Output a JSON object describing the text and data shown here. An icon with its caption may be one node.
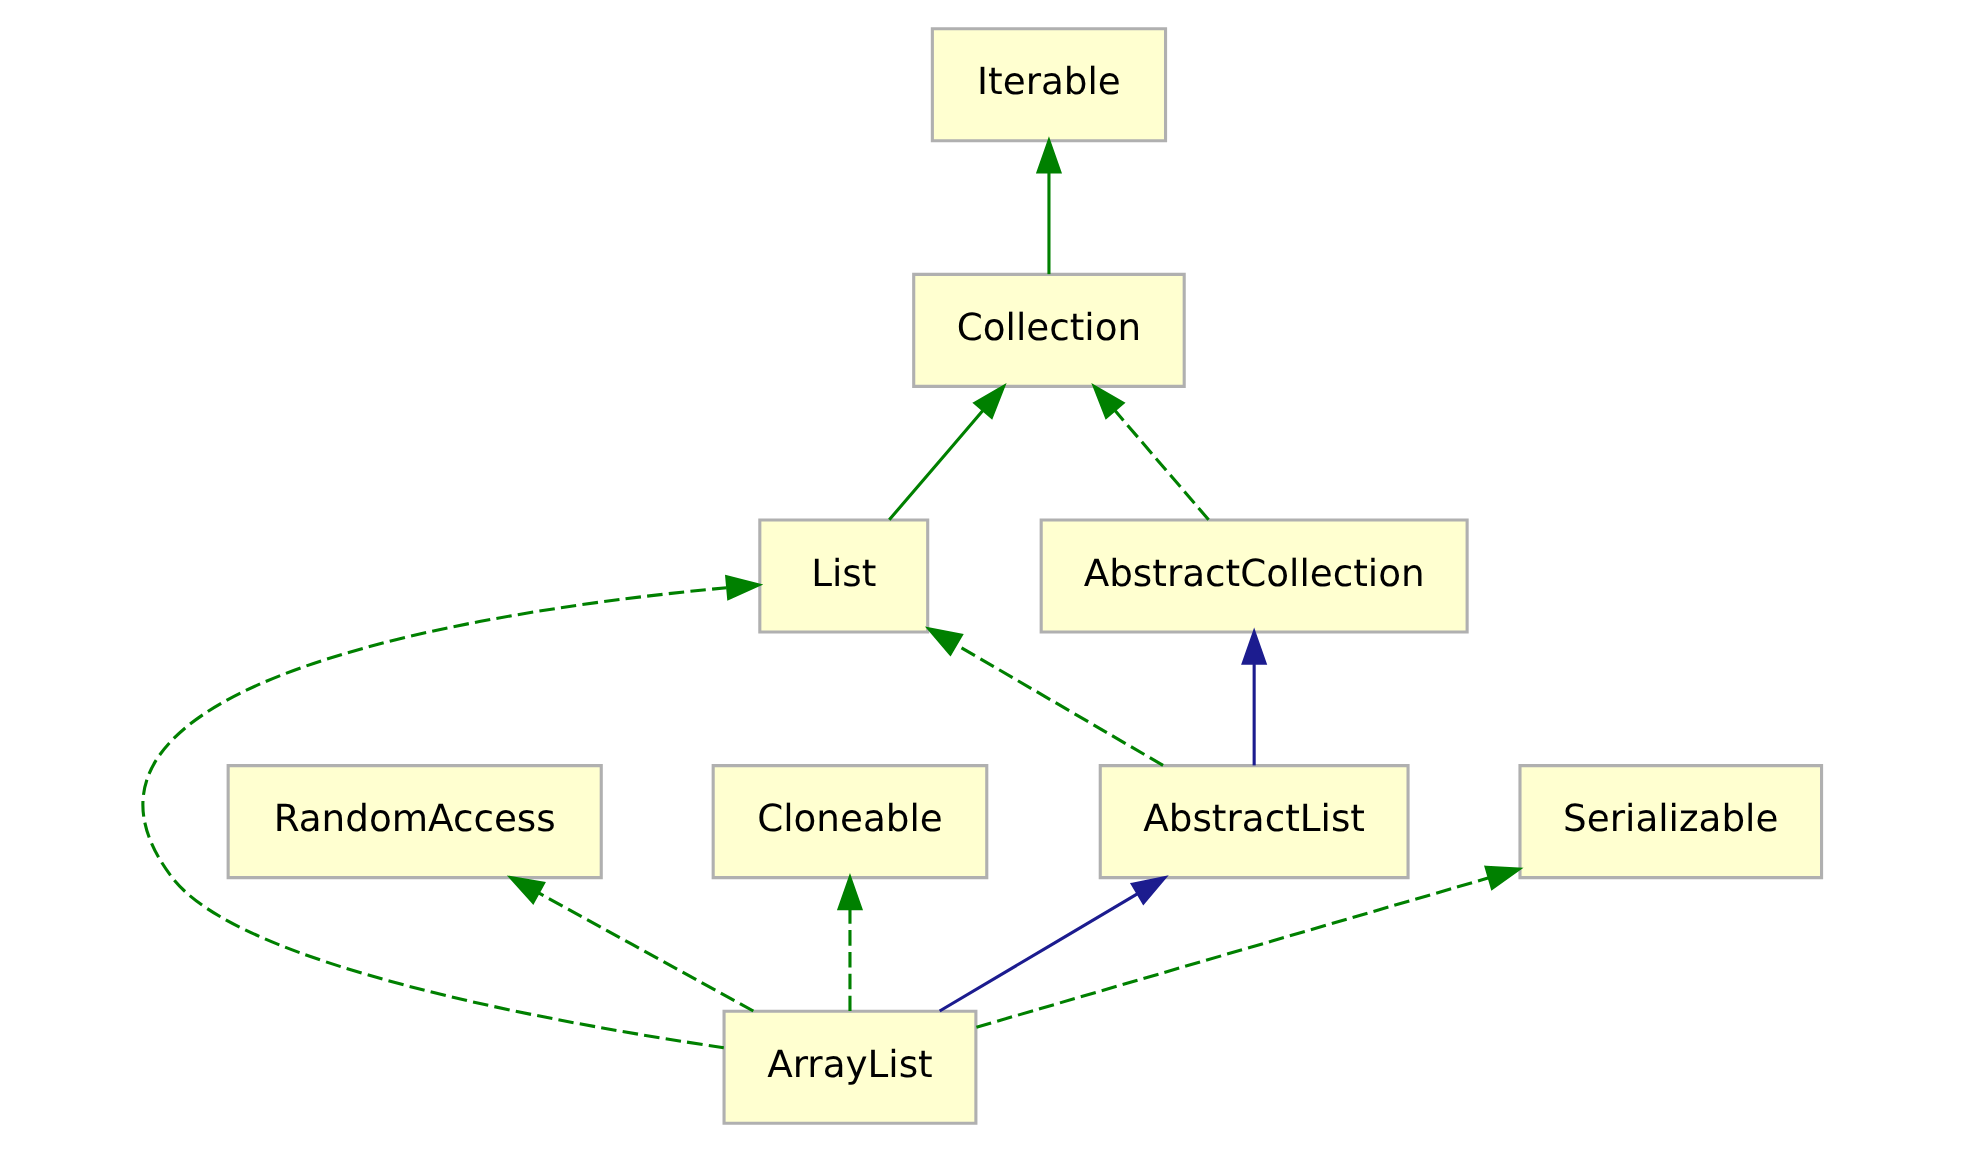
{
  "diagram": {
    "nodes": [
      {
        "text": [
          "Iterable"
        ]
      },
      {
        "text": [
          "Collection"
        ]
      },
      {
        "text": [
          "AbstractCollection"
        ]
      },
      {
        "text": [
          "List"
        ]
      },
      {
        "text": [
          "RandomAccess"
        ]
      },
      {
        "text": [
          "Cloneable"
        ]
      },
      {
        "text": [
          "AbstractList"
        ]
      },
      {
        "text": [
          "Serializable"
        ]
      },
      {
        "text": [
          "ArrayList"
        ]
      }
    ],
    "edges": [
      {
        "from": 1,
        "to": 0,
        "arrow": "to"
      },
      {
        "from": 2,
        "to": 1,
        "arrow": "to",
        "style": "dashed"
      },
      {
        "from": 3,
        "to": 1,
        "arrow": "to"
      },
      {
        "from": 6,
        "to": 2,
        "arrow": "to",
        "color": "#1c1c8f"
      },
      {
        "from": 6,
        "to": 3,
        "arrow": "to",
        "style": "dashed"
      },
      {
        "from": 8,
        "to": 4,
        "arrow": "to",
        "style": "dashed"
      },
      {
        "from": 8,
        "to": 5,
        "arrow": "to",
        "style": "dashed"
      },
      {
        "from": 8,
        "to": 6,
        "arrow": "to",
        "color": "#1c1c8f"
      },
      {
        "from": 8,
        "to": 3,
        "arrow": "to",
        "style": "dashed"
      },
      {
        "from": 8,
        "to": 7,
        "arrow": "to",
        "style": "dashed"
      }
    ]
  }
}
